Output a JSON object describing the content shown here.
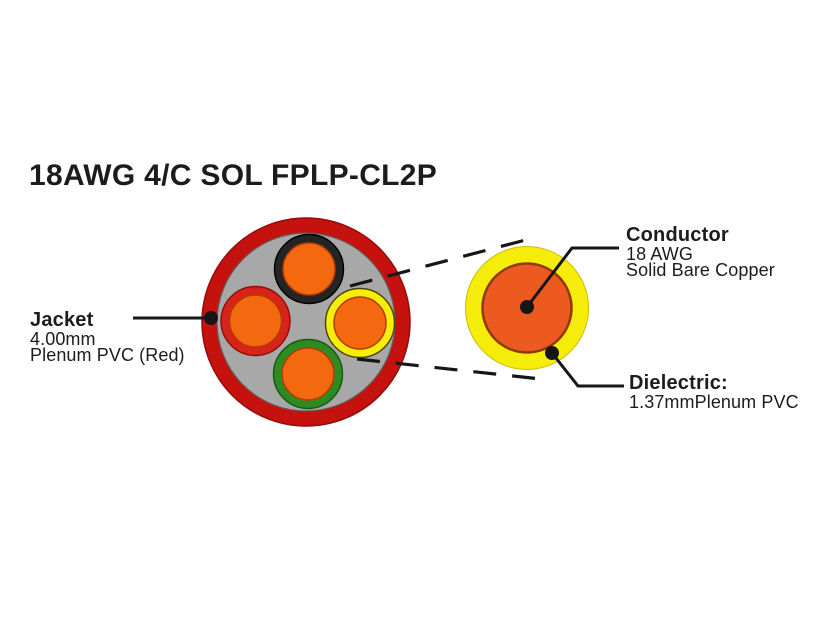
{
  "title": "18AWG 4/C SOL FPLP-CL2P",
  "callouts": {
    "jacket": {
      "heading": "Jacket",
      "lines": [
        "4.00mm",
        "Plenum PVC (Red)"
      ]
    },
    "conductor": {
      "heading": "Conductor",
      "lines": [
        "18 AWG",
        "Solid Bare Copper"
      ]
    },
    "dielectric": {
      "heading": "Dielectric:",
      "lines": [
        "1.37mmPlenum PVC"
      ]
    }
  },
  "diagram": {
    "type": "cable-cross-section",
    "conductor_count": 4,
    "conductor_insulation_colors": [
      "black",
      "red",
      "yellow",
      "green"
    ],
    "conductor_core": "solid bare copper (orange)"
  },
  "colors": {
    "jacket_red": "#C5120E",
    "jacket_edge": "#930D09",
    "filler_gray": "#A8A8A8",
    "filler_edge": "#5E5E5E",
    "ins_black": "#242424",
    "ins_black_edge": "#000000",
    "ins_red": "#D8231A",
    "ins_red_edge": "#8E0F08",
    "ins_yellow": "#F6ED0B",
    "ins_yellow_edge": "#4A4400",
    "ins_green": "#2F8B21",
    "ins_green_edge": "#175711",
    "copper_orange": "#F4690F",
    "copper_edge": "#B33A00",
    "detail_orange": "#EC5A20",
    "detail_orange_edge": "#8F3A05",
    "dielectric_yellow": "#F6EC09",
    "dielectric_yellow_edge": "#C9BE00",
    "line_black": "#161616",
    "text_black": "#1C1C1C"
  }
}
